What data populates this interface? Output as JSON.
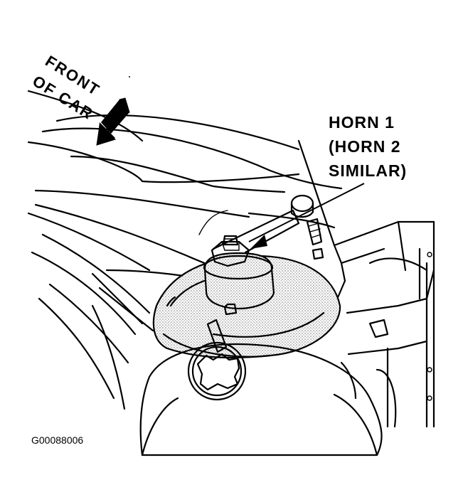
{
  "orientation": {
    "line1": "FRONT",
    "line2": "OF CAR"
  },
  "callout": {
    "line1": "HORN 1",
    "line2": "(HORN 2",
    "line3": "SIMILAR)"
  },
  "figure_id": "G00088006",
  "colors": {
    "ink": "#000000",
    "paper": "#ffffff",
    "stipple": "#9a9a9a"
  }
}
